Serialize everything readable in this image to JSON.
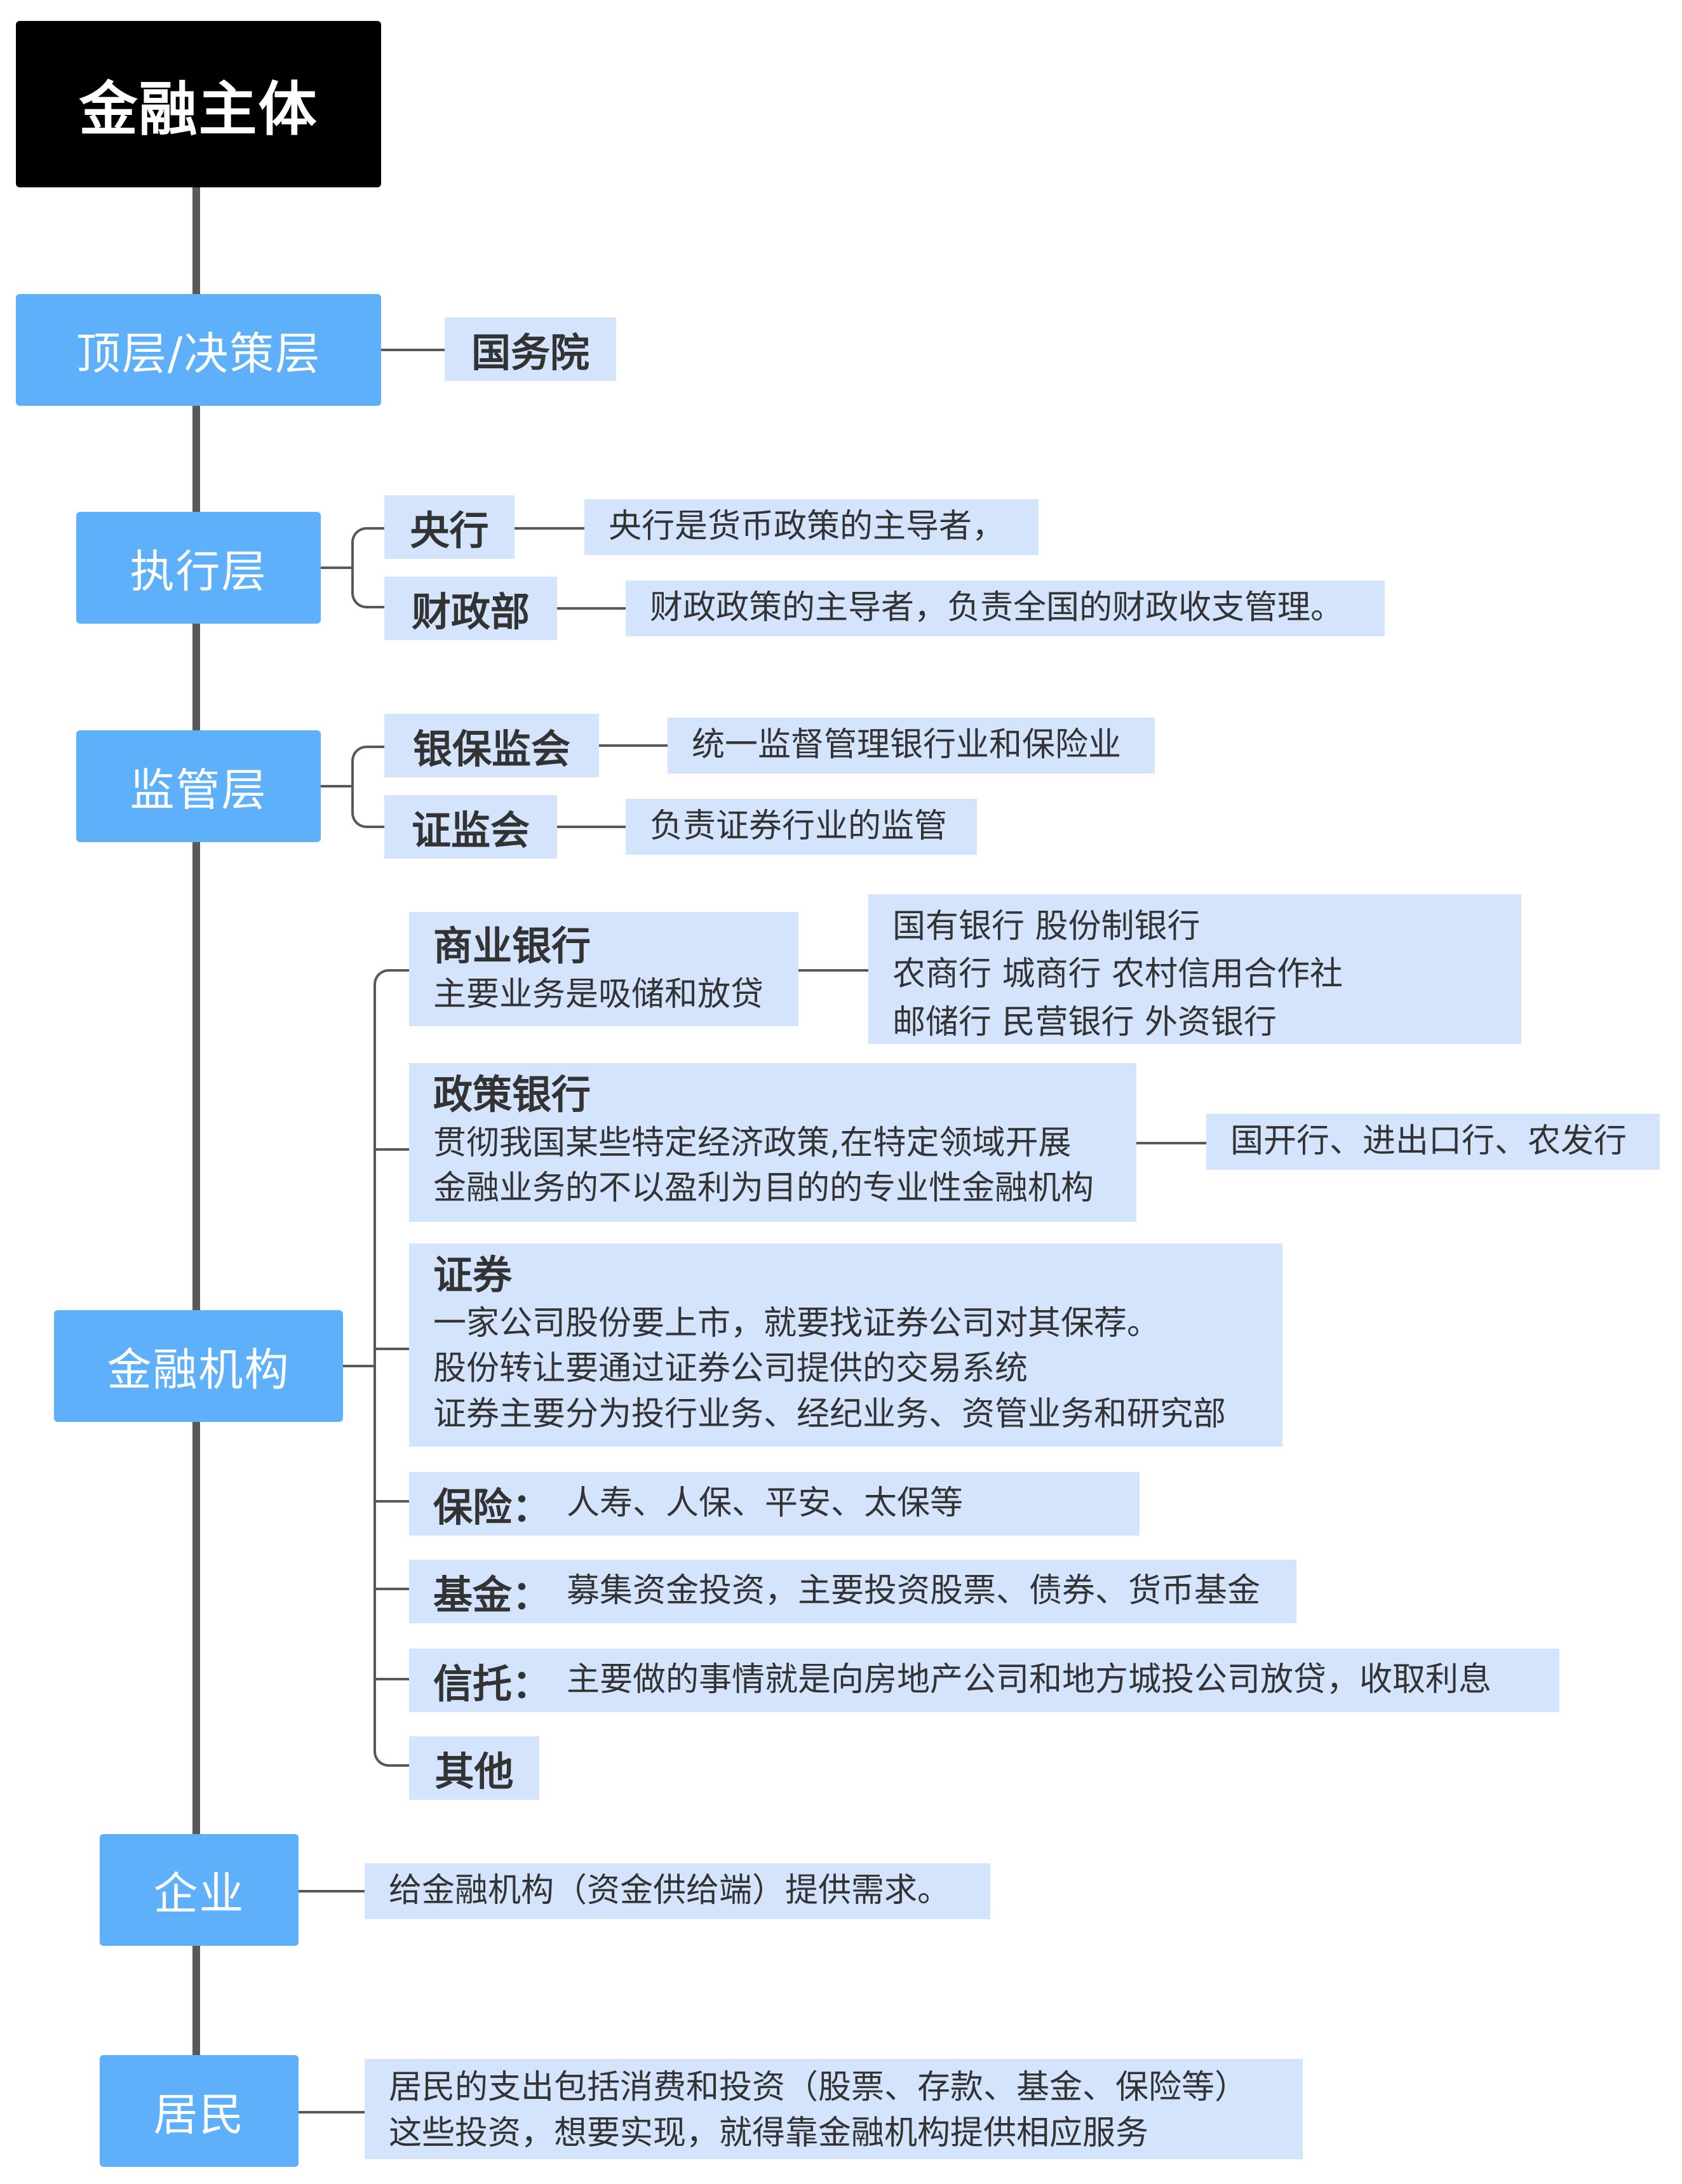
{
  "root": "金融主体",
  "top": {
    "label": "顶层/决策层",
    "items": [
      {
        "title": "国务院"
      }
    ]
  },
  "executive": {
    "label": "执行层",
    "items": [
      {
        "title": "央行",
        "desc": "央行是货币政策的主导者，"
      },
      {
        "title": "财政部",
        "desc": "财政政策的主导者，负责全国的财政收支管理。"
      }
    ]
  },
  "regulatory": {
    "label": "监管层",
    "items": [
      {
        "title": "银保监会",
        "desc": "统一监督管理银行业和保险业"
      },
      {
        "title": "证监会",
        "desc": "负责证券行业的监管"
      }
    ]
  },
  "institutions": {
    "label": "金融机构",
    "items": [
      {
        "title": "商业银行",
        "lines": [
          "主要业务是吸储和放贷"
        ],
        "detail": [
          "国有银行 股份制银行",
          "农商行 城商行 农村信用合作社",
          "邮储行 民营银行 外资银行"
        ]
      },
      {
        "title": "政策银行",
        "lines": [
          "贯彻我国某些特定经济政策,在特定领域开展",
          "金融业务的不以盈利为目的的专业性金融机构"
        ],
        "detail": [
          "国开行、进出口行、农发行"
        ]
      },
      {
        "title": "证券",
        "lines": [
          "一家公司股份要上市，就要找证券公司对其保荐。",
          "股份转让要通过证券公司提供的交易系统",
          "证券主要分为投行业务、经纪业务、资管业务和研究部"
        ]
      },
      {
        "title": "保险：",
        "desc": "人寿、人保、平安、太保等"
      },
      {
        "title": "基金：",
        "desc": "募集资金投资，主要投资股票、债券、货币基金"
      },
      {
        "title": "信托：",
        "desc": "主要做的事情就是向房地产公司和地方城投公司放贷，收取利息"
      },
      {
        "title": "其他"
      }
    ]
  },
  "enterprise": {
    "label": "企业",
    "desc": "给金融机构（资金供给端）提供需求。"
  },
  "residents": {
    "label": "居民",
    "lines": [
      "居民的支出包括消费和投资（股票、存款、基金、保险等）",
      "这些投资，想要实现，就得靠金融机构提供相应服务"
    ]
  }
}
